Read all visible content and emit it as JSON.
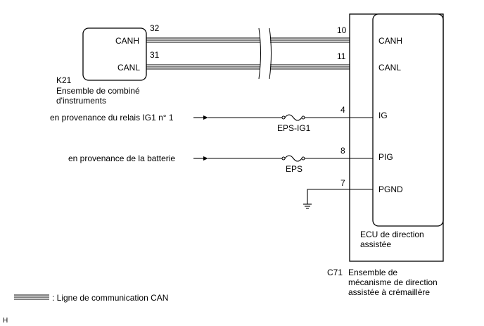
{
  "k21": {
    "id": "K21",
    "name_line1": "Ensemble de combiné",
    "name_line2": "d'instruments",
    "pins": [
      {
        "number": "32",
        "label": "CANH"
      },
      {
        "number": "31",
        "label": "CANL"
      }
    ]
  },
  "c71": {
    "id": "C71",
    "name_line1": "Ensemble de",
    "name_line2": "mécanisme de direction",
    "name_line3": "assistée à crémaillère",
    "ecu_line1": "ECU de direction",
    "ecu_line2": "assistée",
    "pins": [
      {
        "number": "10",
        "label": "CANH"
      },
      {
        "number": "11",
        "label": "CANL"
      },
      {
        "number": "4",
        "label": "IG"
      },
      {
        "number": "8",
        "label": "PIG"
      },
      {
        "number": "7",
        "label": "PGND"
      }
    ]
  },
  "sources": {
    "ig1_relay": "en provenance du relais IG1 n° 1",
    "battery": "en provenance de la batterie"
  },
  "fuses": {
    "eps_ig1": "EPS-IG1",
    "eps": "EPS"
  },
  "legend": {
    "text": ": Ligne de communication CAN"
  },
  "corner_mark": "H"
}
